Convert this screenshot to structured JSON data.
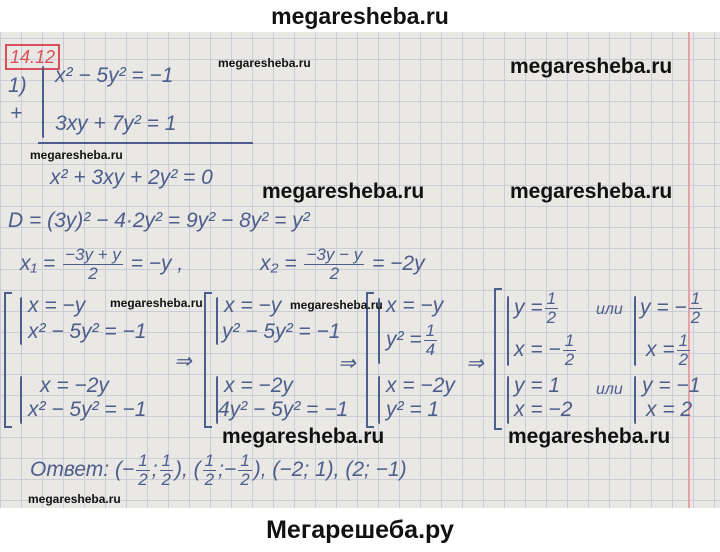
{
  "header": {
    "site": "megaresheba.ru"
  },
  "footer": {
    "site": "Мегарешеба.ру"
  },
  "problem": {
    "number": "14.12",
    "part": "1)",
    "plus": "+",
    "eq1": "x² − 5y² = −1",
    "eq2": "3xy + 7y² = 1",
    "sum": "x² + 3xy + 2y² = 0",
    "disc": "D = (3y)² − 4·2y² = 9y² − 8y² = y²",
    "x1_label": "x₁ =",
    "x1_num": "−3y + y",
    "x1_den": "2",
    "x1_res": "= −y ,",
    "x2_label": "x₂ =",
    "x2_num": "−3y − y",
    "x2_den": "2",
    "x2_res": "= −2y",
    "arrow": "⇒",
    "col1": {
      "a1": "x = −y",
      "a2": "x² − 5y² = −1",
      "b1": "x = −2y",
      "b2": "x² − 5y² = −1"
    },
    "col2": {
      "a1": "x = −y",
      "a2": "y² − 5y² = −1",
      "b1": "x = −2y",
      "b2": "4y² − 5y² = −1"
    },
    "col3": {
      "a1": "x = −y",
      "a2": "y² =",
      "a2n": "1",
      "a2d": "4",
      "b1": "x = −2y",
      "b2": "y² = 1"
    },
    "col4": {
      "or": "или",
      "a1": "y =",
      "a1n": "1",
      "a1d": "2",
      "a2": "x = −",
      "a2n": "1",
      "a2d": "2",
      "c1": "y = −",
      "c1n": "1",
      "c1d": "2",
      "c2": "x =",
      "c2n": "1",
      "c2d": "2",
      "b1": "y = 1",
      "b2": "x = −2",
      "d1": "y = −1",
      "d2": "x = 2"
    },
    "answer": {
      "label": "Ответ:",
      "p1": {
        "xs": "−",
        "xn": "1",
        "xd": "2",
        "yn": "1",
        "yd": "2"
      },
      "p2": {
        "xn": "1",
        "xd": "2",
        "ys": "−",
        "yn": "1",
        "yd": "2"
      },
      "p3": "(−2; 1)",
      "p4": "(2; −1)"
    }
  },
  "watermarks": {
    "text": "megaresheba.ru"
  }
}
